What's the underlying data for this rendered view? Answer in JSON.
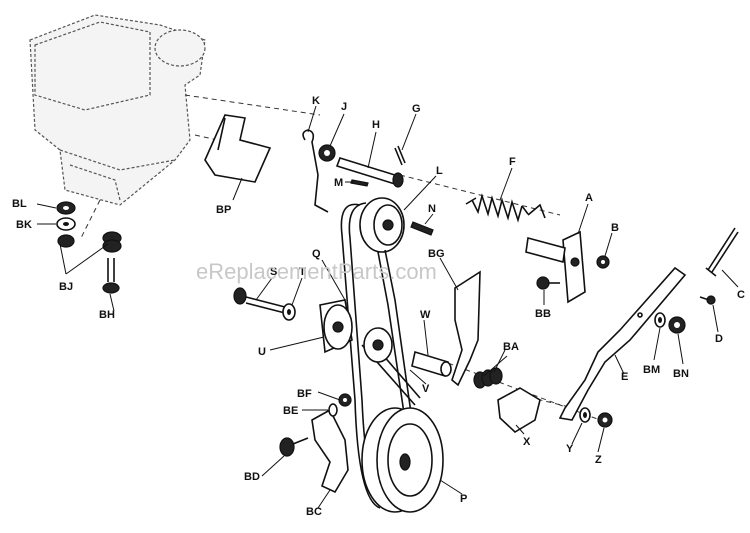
{
  "watermark": "eReplacementParts.com",
  "labels": {
    "K": "K",
    "J": "J",
    "H": "H",
    "G": "G",
    "L": "L",
    "M": "M",
    "F": "F",
    "N": "N",
    "A": "A",
    "B": "B",
    "C": "C",
    "D": "D",
    "E": "E",
    "Q": "Q",
    "S": "S",
    "T": "T",
    "U": "U",
    "W": "W",
    "V": "V",
    "BA": "BA",
    "BB": "BB",
    "BG": "BG",
    "BP": "BP",
    "BL": "BL",
    "BK": "BK",
    "BJ": "BJ",
    "BH": "BH",
    "BF": "BF",
    "BE": "BE",
    "BD": "BD",
    "BC": "BC",
    "P": "P",
    "X": "X",
    "Y": "Y",
    "Z": "Z",
    "BM": "BM",
    "BN": "BN"
  }
}
